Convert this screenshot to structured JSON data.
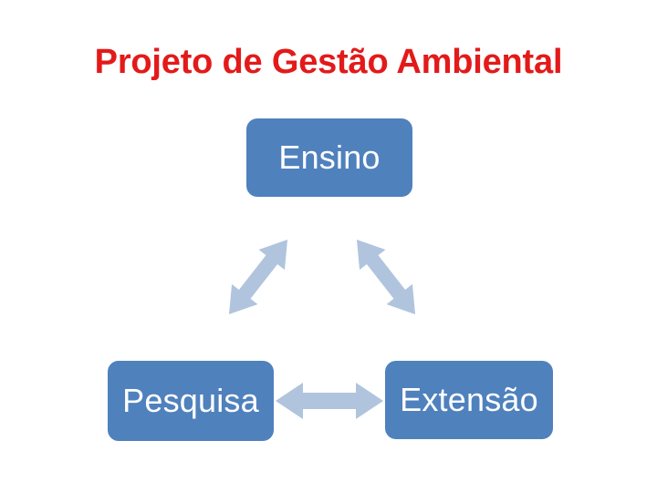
{
  "slide": {
    "title": "Projeto de Gestão Ambiental",
    "background_color": "#FFFFFF",
    "title_color": "#E31A1A"
  },
  "diagram": {
    "type": "triangle-cycle",
    "box_fill_color": "#4F81BD",
    "box_text_color": "#FFFFFF",
    "arrow_color": "#B0C4DE",
    "nodes": [
      {
        "id": "ensino",
        "label": "Ensino",
        "position": "top-center"
      },
      {
        "id": "pesquisa",
        "label": "Pesquisa",
        "position": "bottom-left"
      },
      {
        "id": "extensao",
        "label": "Extensão",
        "position": "bottom-right"
      }
    ],
    "connectors": [
      {
        "id": "pesquisa-ensino",
        "from": "Pesquisa",
        "to": "Ensino",
        "style": "double-headed-arrow",
        "orientation": "diagonal-up-right"
      },
      {
        "id": "extensao-ensino",
        "from": "Extensão",
        "to": "Ensino",
        "style": "double-headed-arrow",
        "orientation": "diagonal-up-left"
      },
      {
        "id": "pesquisa-extensao",
        "from": "Pesquisa",
        "to": "Extensão",
        "style": "double-headed-arrow",
        "orientation": "horizontal"
      }
    ]
  }
}
